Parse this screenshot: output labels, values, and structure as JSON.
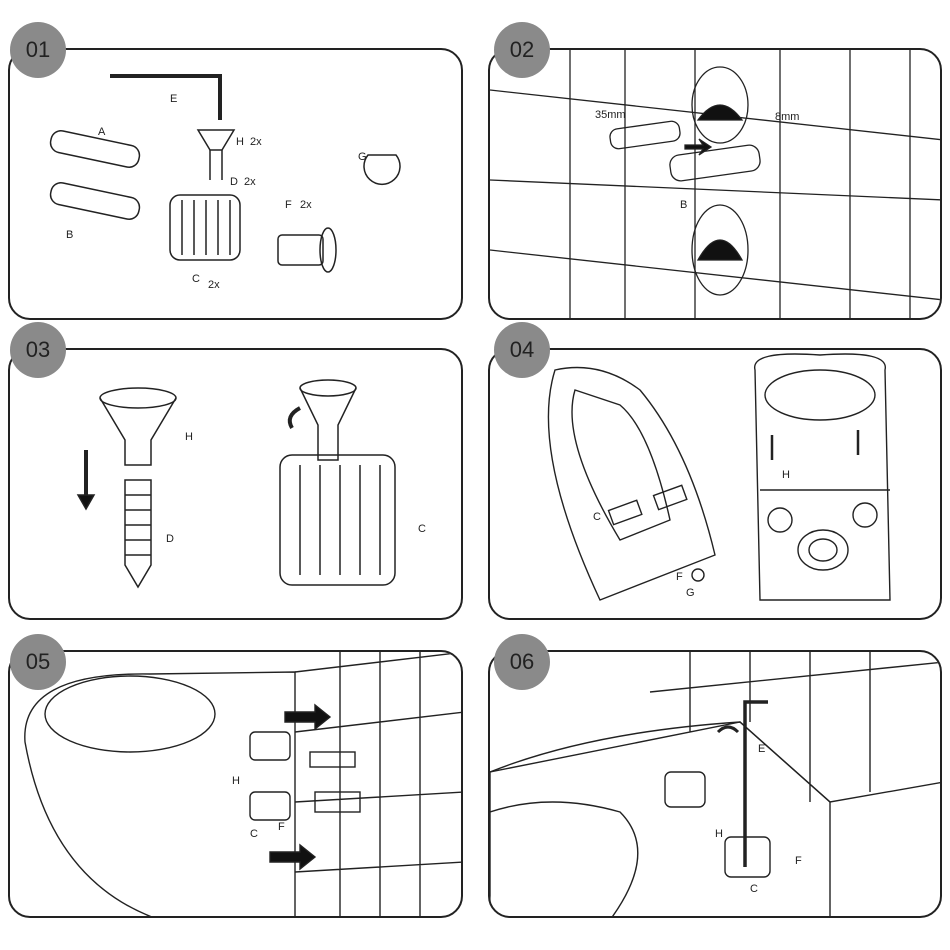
{
  "steps": [
    {
      "number": "01",
      "labels": {
        "a": "A",
        "b": "B",
        "c": "C",
        "c_qty": "2x",
        "d": "D",
        "d_qty": "2x",
        "e": "E",
        "f": "F",
        "f_qty": "2x",
        "g": "G",
        "h": "H",
        "h_qty": "2x"
      }
    },
    {
      "number": "02",
      "labels": {
        "dim1": "35mm",
        "dim2": "8mm",
        "b": "B"
      }
    },
    {
      "number": "03",
      "labels": {
        "h": "H",
        "d": "D",
        "c": "C"
      }
    },
    {
      "number": "04",
      "labels": {
        "c": "C",
        "f": "F",
        "g": "G",
        "h": "H"
      }
    },
    {
      "number": "05",
      "labels": {
        "h": "H",
        "c": "C",
        "f": "F"
      }
    },
    {
      "number": "06",
      "labels": {
        "e": "E",
        "h": "H",
        "c": "C",
        "f": "F"
      }
    }
  ]
}
